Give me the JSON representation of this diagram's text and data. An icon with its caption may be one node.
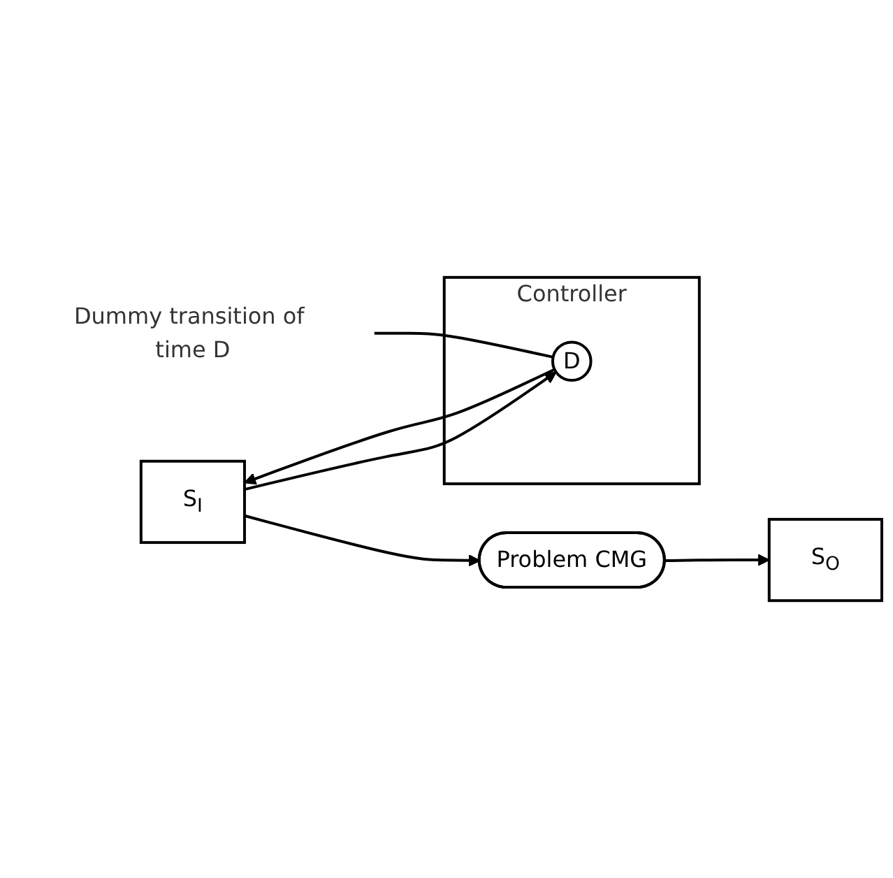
{
  "diagram": {
    "nodes": [
      {
        "text": [
          "S$_{I}$"
        ]
      },
      {
        "text": [
          "Problem CMG"
        ]
      },
      {
        "text": [
          "S$_{O}$"
        ]
      },
      {
        "text": [
          "Controller"
        ]
      },
      {
        "text": [
          "D"
        ],
        "in": 3
      },
      {
        "text": [
          "Dummy transition of time D"
        ]
      }
    ],
    "edges": [
      {
        "from": 0,
        "to": 1,
        "arrow": "to"
      },
      {
        "from": 1,
        "to": 2,
        "arrow": "to"
      },
      {
        "from": 0,
        "to": 4,
        "arrow": "to"
      },
      {
        "from": 4,
        "to": 0,
        "arrow": "to"
      },
      {
        "from": 5,
        "to": 4,
        "arrow": "none"
      }
    ]
  }
}
